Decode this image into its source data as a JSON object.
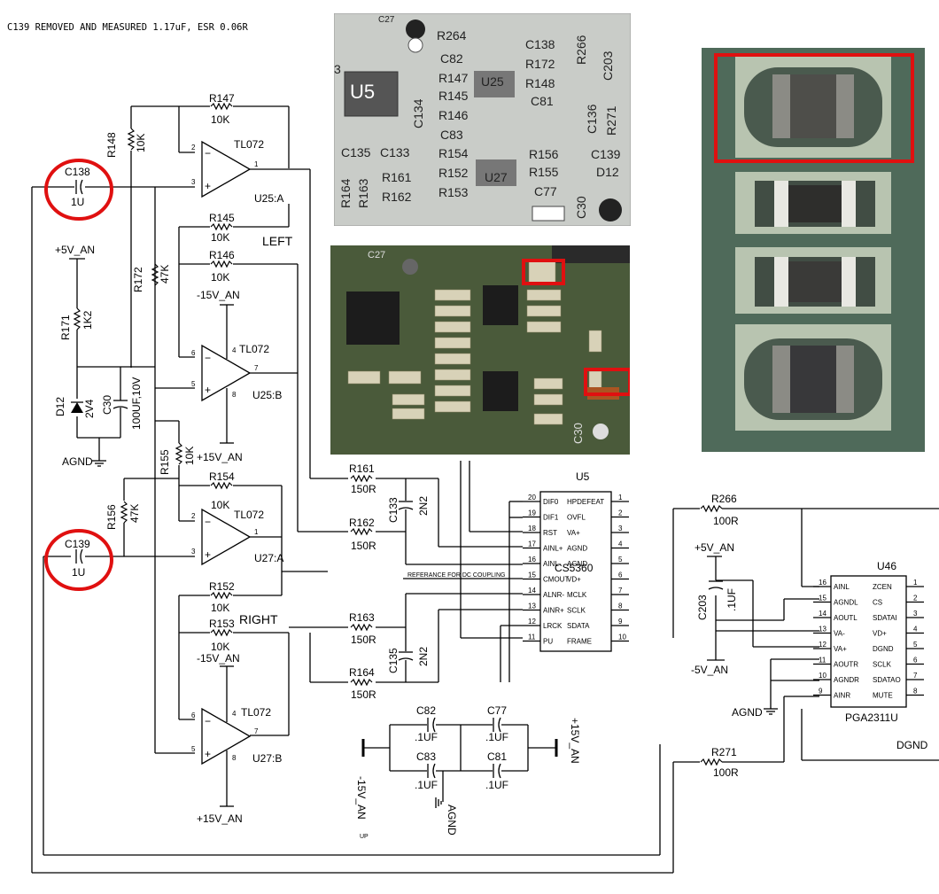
{
  "note": "C139 REMOVED AND MEASURED 1.17uF, ESR 0.06R",
  "section_labels": {
    "left": "LEFT",
    "right": "RIGHT"
  },
  "opamps": {
    "u25a": {
      "type": "TL072",
      "name": "U25:A"
    },
    "u25b": {
      "type": "TL072",
      "name": "U25:B"
    },
    "u27a": {
      "type": "TL072",
      "name": "U27:A"
    },
    "u27b": {
      "type": "TL072",
      "name": "U27:B"
    }
  },
  "components": {
    "c138": {
      "ref": "C138",
      "value": "1U"
    },
    "c139": {
      "ref": "C139",
      "value": "1U"
    },
    "r147": {
      "ref": "R147",
      "value": "10K"
    },
    "r148": {
      "ref": "R148",
      "value": "10K"
    },
    "r145": {
      "ref": "R145",
      "value": "10K"
    },
    "r146": {
      "ref": "R146",
      "value": "10K"
    },
    "r172": {
      "ref": "R172",
      "value": "47K"
    },
    "r171": {
      "ref": "R171",
      "value": "1K2"
    },
    "d12": {
      "ref": "D12",
      "value": "2V4"
    },
    "c30": {
      "ref": "C30",
      "value": "100UF,10V"
    },
    "r155": {
      "ref": "R155",
      "value": "10K"
    },
    "r154": {
      "ref": "R154",
      "value": "10K"
    },
    "r156": {
      "ref": "R156",
      "value": "47K"
    },
    "r152": {
      "ref": "R152",
      "value": "10K"
    },
    "r153": {
      "ref": "R153",
      "value": "10K"
    },
    "r161": {
      "ref": "R161",
      "value": "150R"
    },
    "r162": {
      "ref": "R162",
      "value": "150R"
    },
    "r163": {
      "ref": "R163",
      "value": "150R"
    },
    "r164": {
      "ref": "R164",
      "value": "150R"
    },
    "c133": {
      "ref": "C133",
      "value": "2N2"
    },
    "c135": {
      "ref": "C135",
      "value": "2N2"
    },
    "c82": {
      "ref": "C82",
      "value": ".1UF"
    },
    "c77": {
      "ref": "C77",
      "value": ".1UF"
    },
    "c83": {
      "ref": "C83",
      "value": ".1UF"
    },
    "c81": {
      "ref": "C81",
      "value": ".1UF"
    },
    "r266": {
      "ref": "R266",
      "value": "100R"
    },
    "r271": {
      "ref": "R271",
      "value": "100R"
    },
    "c203": {
      "ref": "C203",
      "value": ".1UF"
    }
  },
  "rails": {
    "p5": "+5V_AN",
    "m15": "-15V_AN",
    "p15": "+15V_AN",
    "m5": "-5V_AN",
    "agnd": "AGND",
    "dgnd": "DGND"
  },
  "pin_numbers": {
    "plus": "+",
    "minus": "−",
    "p1": "1",
    "p2": "2",
    "p3": "3",
    "p4": "4",
    "p5": "5",
    "p6": "6",
    "p7": "7",
    "p8": "8"
  },
  "u5": {
    "ref": "U5",
    "part": "CS5360",
    "left_pins": [
      {
        "num": "20",
        "name": "DIF0"
      },
      {
        "num": "19",
        "name": "DIF1"
      },
      {
        "num": "18",
        "name": "RST"
      },
      {
        "num": "17",
        "name": "AINL+"
      },
      {
        "num": "16",
        "name": "AINL-"
      },
      {
        "num": "15",
        "name": "CMOUT"
      },
      {
        "num": "14",
        "name": "ALNR-"
      },
      {
        "num": "13",
        "name": "AINR+"
      },
      {
        "num": "12",
        "name": "LRCK"
      },
      {
        "num": "11",
        "name": "PU"
      }
    ],
    "right_pins": [
      {
        "num": "1",
        "name": "HPDEFEAT"
      },
      {
        "num": "2",
        "name": "OVFL"
      },
      {
        "num": "3",
        "name": "VA+"
      },
      {
        "num": "4",
        "name": "AGND"
      },
      {
        "num": "5",
        "name": "AGND"
      },
      {
        "num": "6",
        "name": "VD+"
      },
      {
        "num": "7",
        "name": "MCLK"
      },
      {
        "num": "8",
        "name": "SCLK"
      },
      {
        "num": "9",
        "name": "SDATA"
      },
      {
        "num": "10",
        "name": "FRAME"
      }
    ],
    "reference_note": "REFERANCE FOR DC COUPLING"
  },
  "u46": {
    "ref": "U46",
    "part": "PGA2311U",
    "left_pins": [
      {
        "num": "16",
        "name": "AINL"
      },
      {
        "num": "15",
        "name": "AGNDL"
      },
      {
        "num": "14",
        "name": "AOUTL"
      },
      {
        "num": "13",
        "name": "VA-"
      },
      {
        "num": "12",
        "name": "VA+"
      },
      {
        "num": "11",
        "name": "AOUTR"
      },
      {
        "num": "10",
        "name": "AGNDR"
      },
      {
        "num": "9",
        "name": "AINR"
      }
    ],
    "right_pins": [
      {
        "num": "1",
        "name": "ZCEN"
      },
      {
        "num": "2",
        "name": "CS"
      },
      {
        "num": "3",
        "name": "SDATAI"
      },
      {
        "num": "4",
        "name": "VD+"
      },
      {
        "num": "5",
        "name": "DGND"
      },
      {
        "num": "6",
        "name": "SCLK"
      },
      {
        "num": "7",
        "name": "SDATAO"
      },
      {
        "num": "8",
        "name": "MUTE"
      }
    ]
  },
  "small_marks": {
    "up": "UP"
  },
  "photo_silkscreen": {
    "p_u5": "U5",
    "p_u25": "U25",
    "p_u27": "U27",
    "p_r264": "R264",
    "p_c82": "C82",
    "p_r147": "R147",
    "p_r145": "R145",
    "p_r146": "R146",
    "p_c83": "C83",
    "p_r154": "R154",
    "p_r152": "R152",
    "p_r153": "R153",
    "p_c138": "C138",
    "p_r172": "R172",
    "p_r148": "R148",
    "p_c81": "C81",
    "p_r266": "R266",
    "p_c203": "C203",
    "p_c136": "C136",
    "p_r271": "R271",
    "p_r156": "R156",
    "p_r155": "R155",
    "p_c139": "C139",
    "p_d12": "D12",
    "p_c77": "C77",
    "p_c30": "C30",
    "p_c135": "C135",
    "p_c133": "C133",
    "p_r164": "R164",
    "p_r163": "R163",
    "p_r161": "R161",
    "p_r162": "R162",
    "p_c134": "C134",
    "p_c27": "C27",
    "p_c27b": "C27",
    "p_c30b": "C30",
    "p_u5frag": "3"
  },
  "colors": {
    "highlight": "#e01010",
    "pcb_green": "#4a5a3a",
    "board_gray": "#c9ccc8"
  }
}
